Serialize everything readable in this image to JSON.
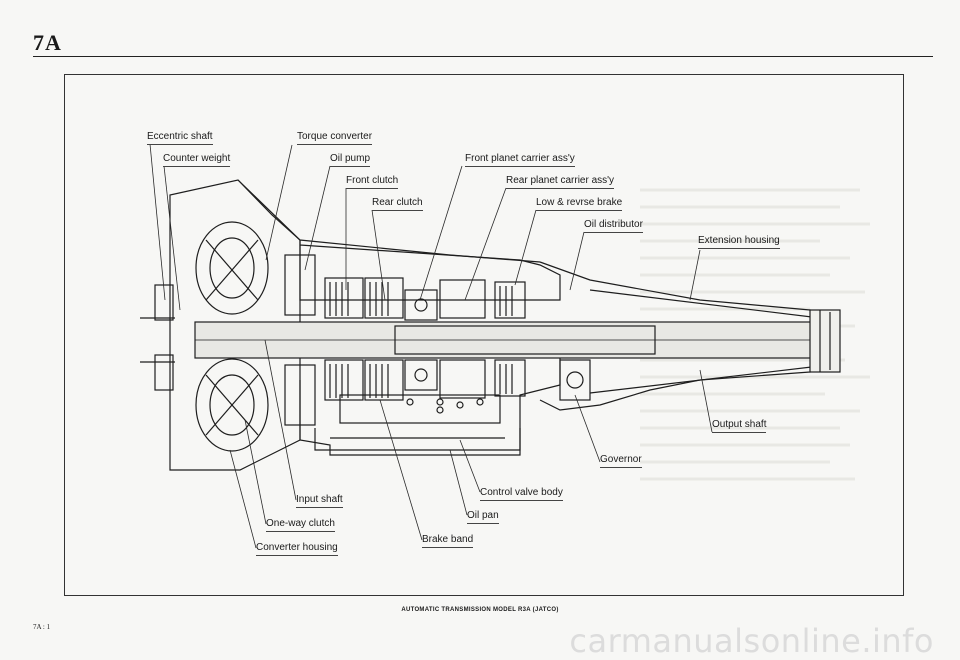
{
  "header": {
    "section_title": "7A"
  },
  "diagram": {
    "labels": {
      "eccentric_shaft": "Eccentric shaft",
      "counter_weight": "Counter weight",
      "torque_converter": "Torque converter",
      "oil_pump": "Oil pump",
      "front_clutch": "Front clutch",
      "rear_clutch": "Rear clutch",
      "front_planet_carrier": "Front planet carrier ass'y",
      "rear_planet_carrier": "Rear planet carrier ass'y",
      "low_reverse_brake": "Low & revrse brake",
      "oil_distributor": "Oil distributor",
      "extension_housing": "Extension housing",
      "output_shaft": "Output shaft",
      "governor": "Governor",
      "control_valve_body": "Control valve body",
      "oil_pan": "Oil pan",
      "brake_band": "Brake band",
      "input_shaft": "Input shaft",
      "one_way_clutch": "One-way clutch",
      "converter_housing": "Converter housing"
    }
  },
  "caption": "AUTOMATIC TRANSMISSION MODEL R3A (JATCO)",
  "footer": {
    "page_number": "7A : 1",
    "watermark": "carmanualsonline.info"
  }
}
